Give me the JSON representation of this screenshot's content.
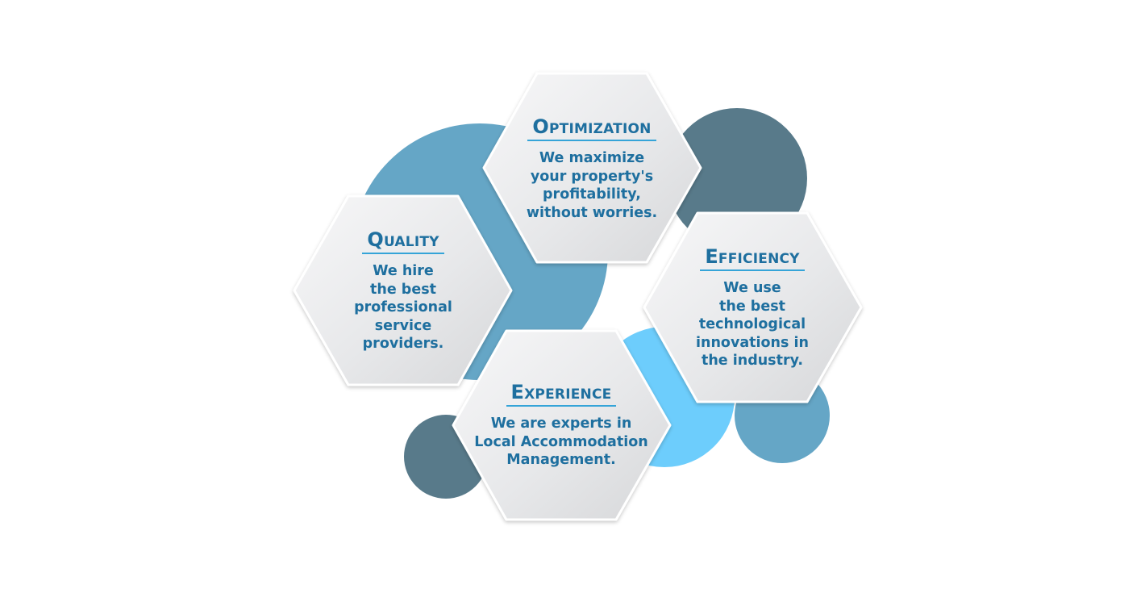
{
  "colors": {
    "circle_dark": "#587a8a",
    "circle_mid": "#65a6c6",
    "circle_light": "#6dcdfc",
    "text": "#1e6f9f",
    "underline": "#35a4d8"
  },
  "hexagons": [
    {
      "id": "optimization",
      "title": "Optimization",
      "lines": [
        "We maximize",
        "your property's",
        "profitability,",
        "without worries."
      ]
    },
    {
      "id": "quality",
      "title": "Quality",
      "lines": [
        "We hire",
        "the best",
        "professional",
        "service",
        "providers."
      ]
    },
    {
      "id": "efficiency",
      "title": "Efficiency",
      "lines": [
        "We use",
        "the best",
        "technological",
        "innovations in",
        "the industry."
      ]
    },
    {
      "id": "experience",
      "title": "Experience",
      "lines": [
        "We are experts in",
        "Local Accommodation",
        "Management."
      ]
    }
  ]
}
